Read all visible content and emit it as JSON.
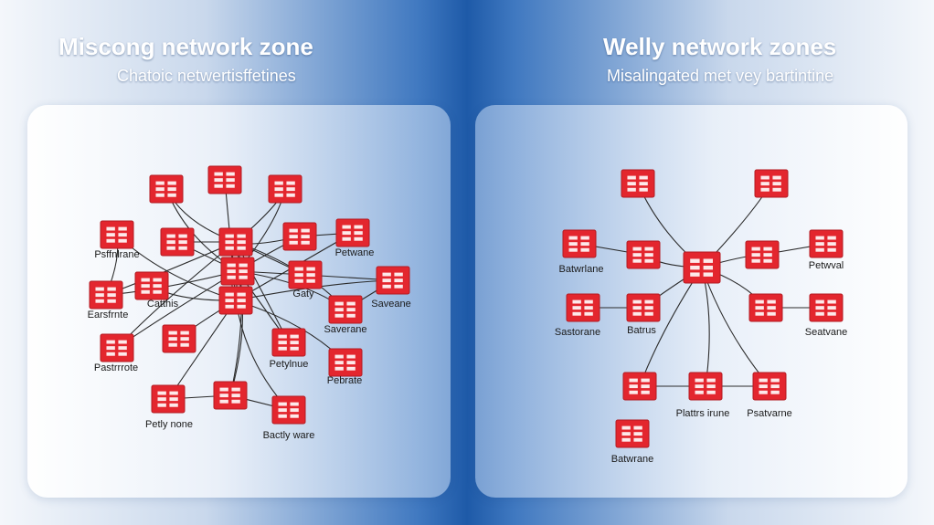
{
  "left": {
    "title": "Miscong network zone",
    "subtitle": "Chatoic netwertisffetines",
    "labels": [
      "Psffnlrane",
      "Catthis",
      "Earsfrnte",
      "Pastrrrote",
      "Petly none",
      "Bactly ware",
      "Petwane",
      "Saveane",
      "Saverane",
      "Petylnue",
      "Pebrate",
      "Gaty"
    ]
  },
  "right": {
    "title": "Welly network zones",
    "subtitle": "Misalingated met vey bartintine",
    "labels": [
      "Batwrlane",
      "Sastorane",
      "Batrus",
      "Petwval",
      "Seatvane",
      "Plattrs irune",
      "Psatvarne",
      "Batwrane"
    ]
  },
  "colors": {
    "node": "#e3262e",
    "node_border": "#b31b22",
    "line": "#2b2b2b"
  }
}
